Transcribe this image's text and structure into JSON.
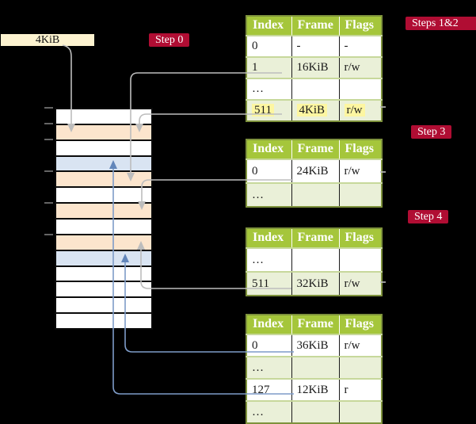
{
  "label_box": {
    "text": "4KiB"
  },
  "badges": {
    "step0": {
      "label": "Step 0"
    },
    "steps12": {
      "label": "Steps 1&2"
    },
    "step3": {
      "label": "Step 3"
    },
    "step4": {
      "label": "Step 4"
    }
  },
  "memory": {
    "rows": [
      "free",
      "table",
      "free",
      "mapped",
      "table",
      "free",
      "table",
      "free",
      "table",
      "mapped",
      "free",
      "free",
      "free",
      "free"
    ],
    "tick_rows_kib": [
      "0",
      "4",
      "8",
      "16",
      "24",
      "32"
    ]
  },
  "tables": {
    "t1": {
      "columns": [
        "Index",
        "Frame",
        "Flags"
      ],
      "rows": [
        {
          "cells": [
            "0",
            "-",
            "-"
          ],
          "shaded": false,
          "highlighted": false
        },
        {
          "cells": [
            "1",
            "16KiB",
            "r/w"
          ],
          "shaded": true,
          "highlighted": false
        },
        {
          "cells": [
            "…",
            "",
            ""
          ],
          "shaded": false,
          "highlighted": false
        },
        {
          "cells": [
            "511",
            "4KiB",
            "r/w"
          ],
          "shaded": true,
          "highlighted": true
        }
      ]
    },
    "t2": {
      "columns": [
        "Index",
        "Frame",
        "Flags"
      ],
      "rows": [
        {
          "cells": [
            "0",
            "24KiB",
            "r/w"
          ],
          "shaded": false,
          "highlighted": false
        },
        {
          "cells": [
            "…",
            "",
            ""
          ],
          "shaded": true,
          "highlighted": false
        }
      ]
    },
    "t3": {
      "columns": [
        "Index",
        "Frame",
        "Flags"
      ],
      "rows": [
        {
          "cells": [
            "…",
            "",
            ""
          ],
          "shaded": false,
          "highlighted": false
        },
        {
          "cells": [
            "511",
            "32KiB",
            "r/w"
          ],
          "shaded": true,
          "highlighted": false
        }
      ]
    },
    "t4": {
      "columns": [
        "Index",
        "Frame",
        "Flags"
      ],
      "rows": [
        {
          "cells": [
            "0",
            "36KiB",
            "r/w"
          ],
          "shaded": false,
          "highlighted": false
        },
        {
          "cells": [
            "…",
            "",
            ""
          ],
          "shaded": true,
          "highlighted": false
        },
        {
          "cells": [
            "127",
            "12KiB",
            "r"
          ],
          "shaded": false,
          "highlighted": false
        },
        {
          "cells": [
            "…",
            "",
            ""
          ],
          "shaded": true,
          "highlighted": false
        }
      ]
    }
  },
  "connectors": [
    {
      "from": "label-4KiB",
      "to": "memory-row-4KiB",
      "color": "gray",
      "direction": "down"
    },
    {
      "from": "t1-row-1",
      "to": "memory-row-16KiB",
      "color": "gray",
      "direction": "down"
    },
    {
      "from": "t1-row-511",
      "to": "memory-row-4KiB",
      "color": "gray",
      "direction": "down"
    },
    {
      "from": "t2-row-0",
      "to": "memory-row-24KiB",
      "color": "gray",
      "direction": "down"
    },
    {
      "from": "t3-row-511",
      "to": "memory-row-32KiB",
      "color": "gray",
      "direction": "up"
    },
    {
      "from": "t4-row-0",
      "to": "memory-row-36KiB",
      "color": "blue",
      "direction": "up"
    },
    {
      "from": "t4-row-127",
      "to": "memory-row-12KiB",
      "color": "blue",
      "direction": "up"
    }
  ],
  "colors": {
    "background": "#000000",
    "badge_crimson": "#b00d33",
    "table_header_green": "#a5c63b",
    "table_border_olive": "#7e923c",
    "row_shade_green": "#eaf0d8",
    "row_divider_green": "#c7d89b",
    "highlight_yellow": "#fdf6a1",
    "label_cream": "#fdf3d0",
    "memory_free": "#ffffff",
    "memory_table_orange": "#fce5cd",
    "memory_mapped_blue": "#d9e4f2",
    "connector_gray": "#bdbdbd",
    "connector_blue": "#7e9cc8"
  }
}
